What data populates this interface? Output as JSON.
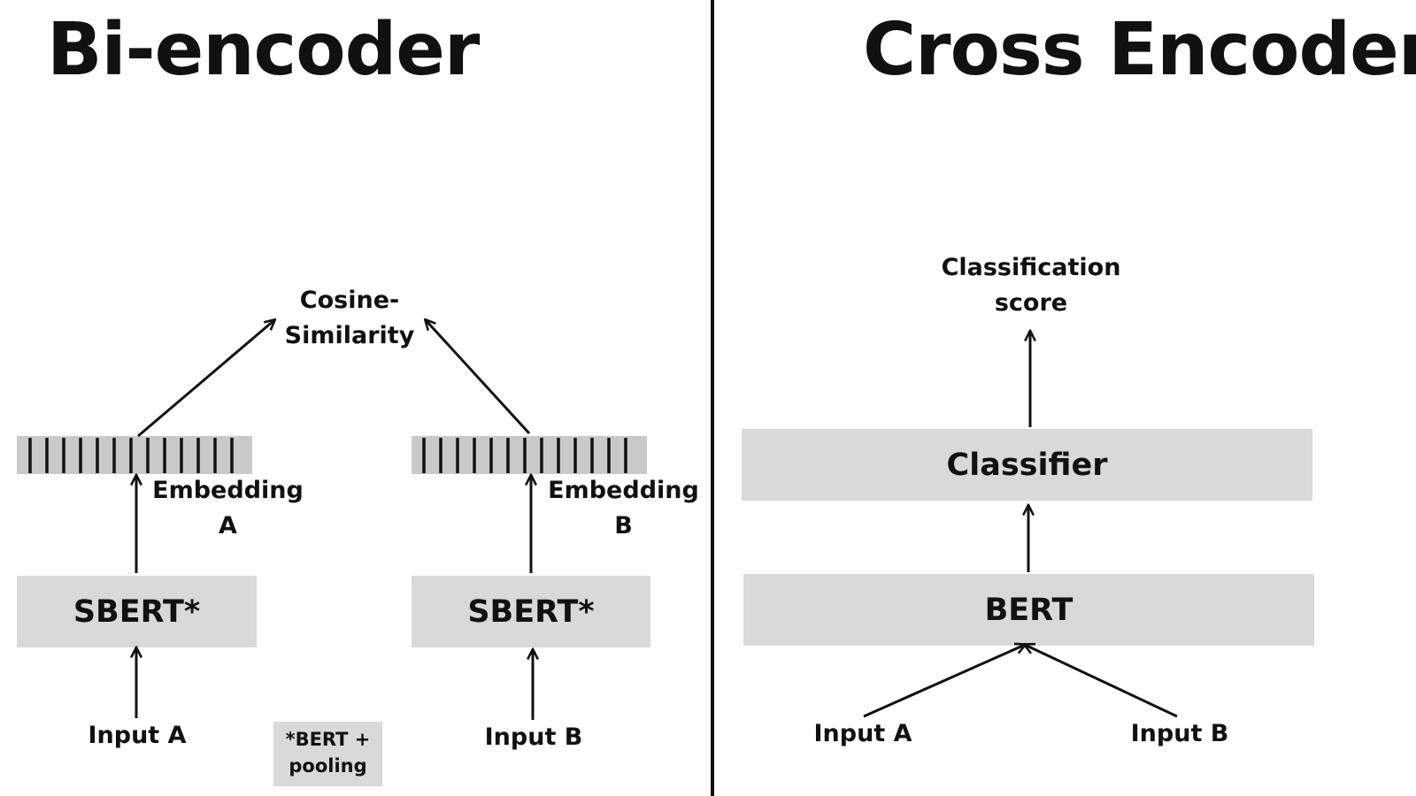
{
  "bi_encoder": {
    "title": "Bi-encoder",
    "similarity_label_line1": "Cosine-",
    "similarity_label_line2": "Similarity",
    "embedding_a_line1": "Embedding",
    "embedding_a_line2": "A",
    "embedding_b_line1": "Embedding",
    "embedding_b_line2": "B",
    "model_a": "SBERT*",
    "model_b": "SBERT*",
    "input_a": "Input A",
    "input_b": "Input B",
    "footnote_line1": "*BERT +",
    "footnote_line2": "pooling"
  },
  "cross_encoder": {
    "title": "Cross Encoder",
    "score_line1": "Classification",
    "score_line2": "score",
    "classifier": "Classifier",
    "model": "BERT",
    "input_a": "Input A",
    "input_b": "Input B"
  },
  "colors": {
    "box_fill": "#d9d9d9",
    "embedding_fill": "#c9c9c9",
    "ink": "#111111"
  }
}
